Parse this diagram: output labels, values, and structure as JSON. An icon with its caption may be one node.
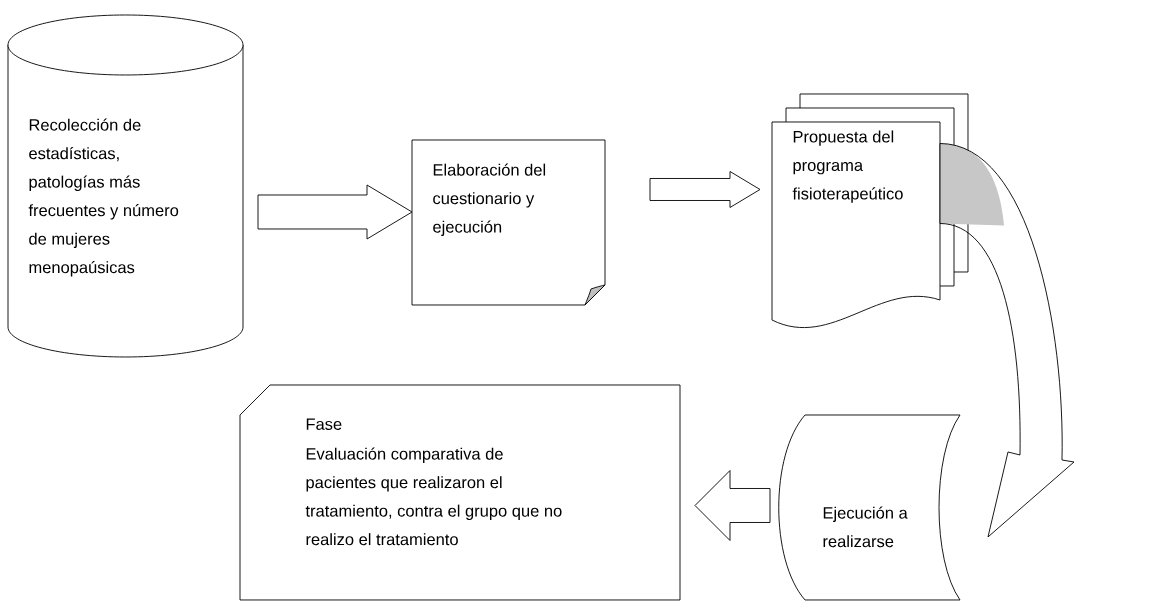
{
  "diagram": {
    "nodes": [
      {
        "text": [
          "Recolección de estadísticas, patologías más frecuentes y número de mujeres menopaúsicas"
        ]
      },
      {
        "text": [
          "Elaboración del cuestionario y ejecución"
        ]
      },
      {
        "text": [
          "Propuesta del programa fisioterapeútico"
        ]
      },
      {
        "text": [
          "Ejecución a realizarse"
        ]
      },
      {
        "text": [
          "Fase",
          "Evaluación comparativa de pacientes que realizaron el tratamiento, contra el grupo que no realizo el tratamiento"
        ]
      }
    ],
    "edges": [
      {
        "from": 0,
        "to": 1,
        "arrow": "to"
      },
      {
        "from": 1,
        "to": 2,
        "arrow": "to"
      },
      {
        "from": 2,
        "to": 3,
        "arrow": "to"
      },
      {
        "from": 3,
        "to": 4,
        "arrow": "to"
      }
    ]
  }
}
